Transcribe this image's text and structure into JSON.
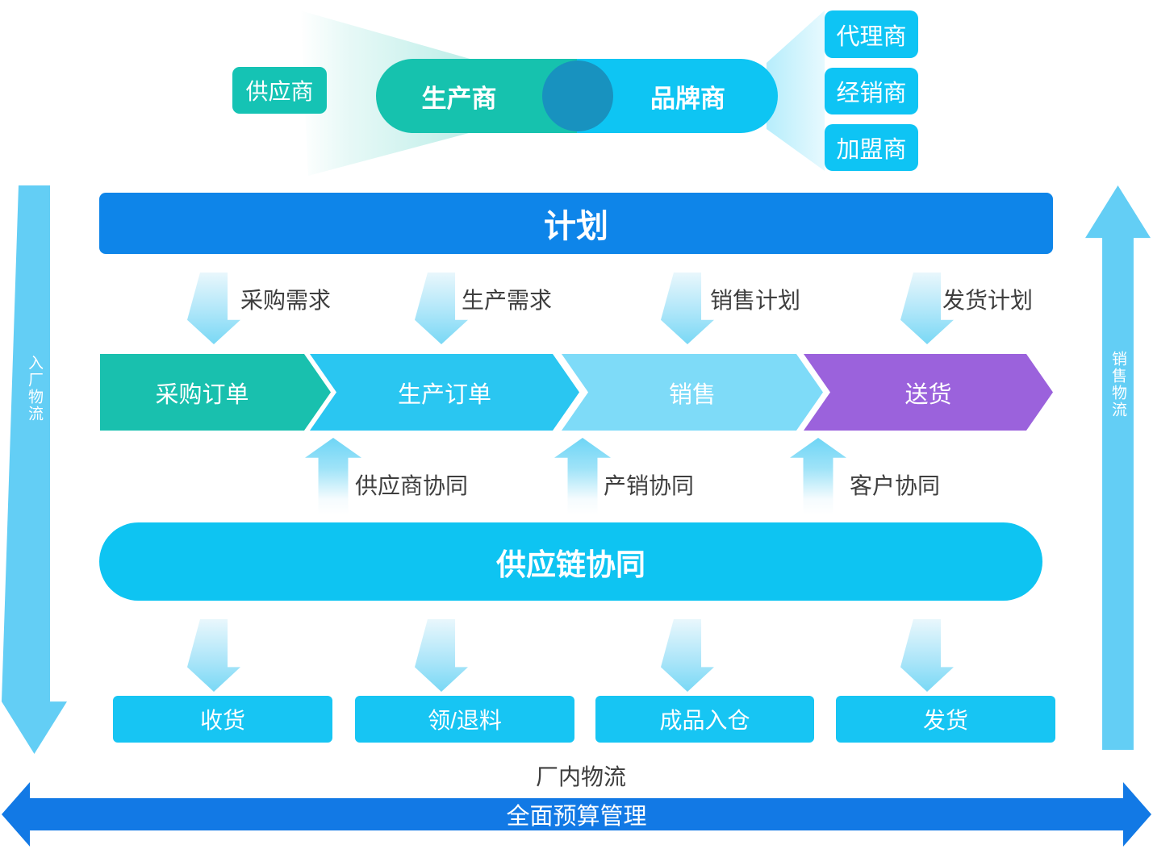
{
  "palette": {
    "teal": "#15C3B4",
    "cyan": "#0EC4F4",
    "blue": "#0E85E9",
    "chevron_teal": "#19C0AE",
    "chevron_cyan": "#2AC6F1",
    "chevron_light_cyan": "#7EDBF8",
    "chevron_purple": "#9B62DC",
    "overlap_circle": "#1892BF",
    "side_arrow": "#63CEF5",
    "warehouse_cyan": "#17C5F3",
    "budget_blue": "#1279E5",
    "label_gray": "#3E3E3E"
  },
  "top": {
    "supplier": "供应商",
    "producer": "生产商",
    "brand": "品牌商",
    "channels": [
      "代理商",
      "经销商",
      "加盟商"
    ]
  },
  "plan": {
    "title": "计划",
    "outputs": [
      "采购需求",
      "生产需求",
      "销售计划",
      "发货计划"
    ]
  },
  "process_chain": [
    "采购订单",
    "生产订单",
    "销售",
    "送货"
  ],
  "collaboration": {
    "title": "供应链协同",
    "links": [
      "供应商协同",
      "产销协同",
      "客户协同"
    ]
  },
  "warehouse": [
    "收货",
    "领/退料",
    "成品入仓",
    "发货"
  ],
  "logistics": {
    "inbound": "入厂物流",
    "outbound": "销售物流",
    "factory": "厂内物流"
  },
  "budget": {
    "title": "全面预算管理"
  }
}
